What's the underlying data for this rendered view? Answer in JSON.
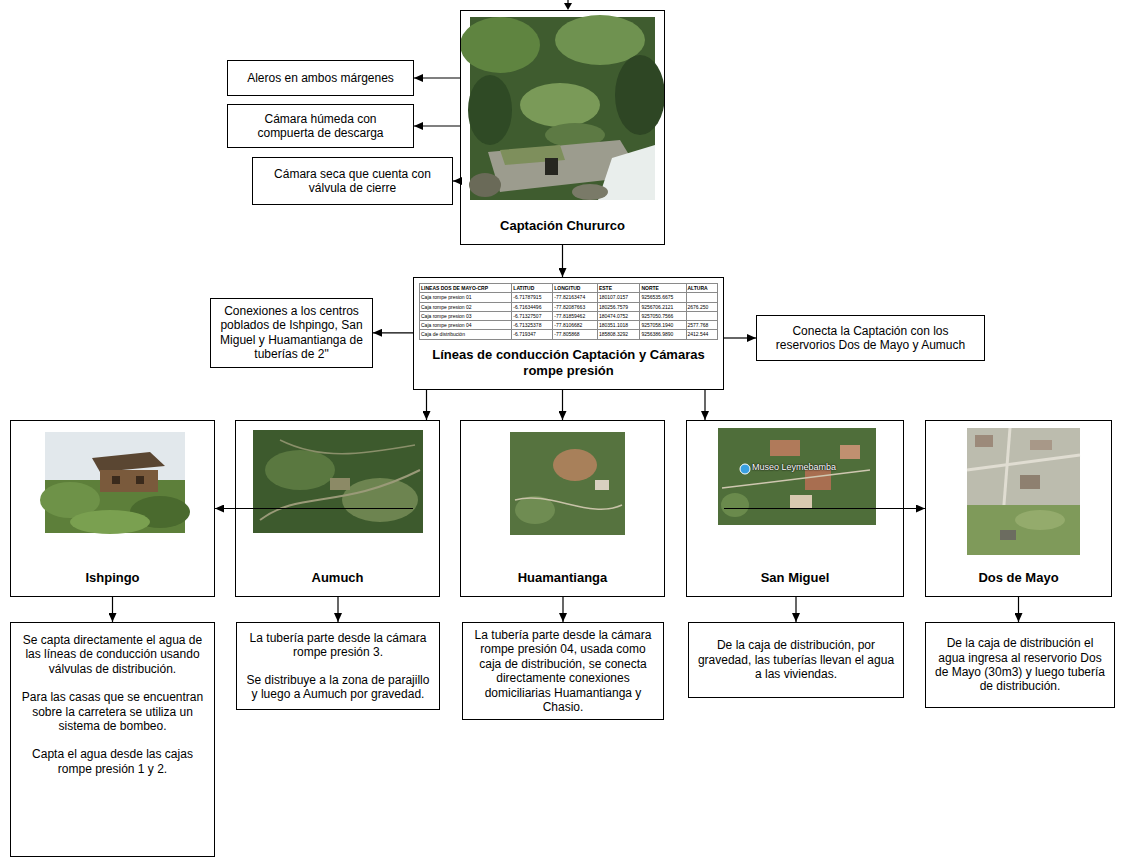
{
  "diagram": {
    "nodes": [
      {
        "text": [
          "Captación Chururco"
        ]
      },
      {
        "text": [
          "Aleros en ambos márgenes"
        ]
      },
      {
        "text": [
          "Cámara húmeda con compuerta de descarga"
        ]
      },
      {
        "text": [
          "Cámara seca que cuenta con válvula de cierre"
        ]
      },
      {
        "text": [
          "Conexiones a los centros poblados de Ishpingo, San Miguel y Huamantianga de tuberías de 2\""
        ]
      },
      {
        "text": [
          "Líneas de conducción Captación y Cámaras rompe presión"
        ]
      },
      {
        "text": [
          "Conecta la Captación con los reservorios Dos de Mayo y Aumuch"
        ]
      },
      {
        "text": [
          "Ishpingo"
        ]
      },
      {
        "text": [
          "Aumuch"
        ]
      },
      {
        "text": [
          "Huamantianga"
        ]
      },
      {
        "text": [
          "San Miguel"
        ]
      },
      {
        "text": [
          "Dos de Mayo"
        ]
      },
      {
        "text": [
          "Se capta directamente el agua de las líneas de conducción usando válvulas de distribución.",
          "Para las casas que se encuentran sobre la carretera se utiliza un sistema de bombeo.",
          "Capta el agua desde las cajas rompe presión 1 y 2."
        ]
      },
      {
        "text": [
          "La tubería parte desde la cámara rompe presión 3.",
          "Se distribuye a la zona de parajillo y luego a Aumuch por gravedad."
        ]
      },
      {
        "text": [
          "La tubería parte desde la cámara rompe presión 04, usada como caja de distribución, se conecta directamente conexiones domiciliarias Huamantianga y Chasio."
        ]
      },
      {
        "text": [
          "De la caja de distribución, por gravedad, las tuberías llevan el agua a las viviendas."
        ]
      },
      {
        "text": [
          "De la caja de distribución el agua ingresa al reservorio Dos de Mayo (30m3) y luego tubería de distribución."
        ]
      }
    ],
    "edges": [
      {
        "from": 0,
        "to": 1,
        "arrow": "to"
      },
      {
        "from": 0,
        "to": 2,
        "arrow": "to"
      },
      {
        "from": 0,
        "to": 3,
        "arrow": "to"
      },
      {
        "from": 0,
        "to": 5,
        "arrow": "to"
      },
      {
        "from": 5,
        "to": 4,
        "arrow": "to"
      },
      {
        "from": 5,
        "to": 6,
        "arrow": "to"
      },
      {
        "from": 5,
        "to": 7,
        "arrow": "to"
      },
      {
        "from": 5,
        "to": 8,
        "arrow": "to"
      },
      {
        "from": 5,
        "to": 9,
        "arrow": "to"
      },
      {
        "from": 5,
        "to": 10,
        "arrow": "to"
      },
      {
        "from": 5,
        "to": 11,
        "arrow": "to"
      },
      {
        "from": 7,
        "to": 12,
        "arrow": "to"
      },
      {
        "from": 8,
        "to": 13,
        "arrow": "to"
      },
      {
        "from": 9,
        "to": 14,
        "arrow": "to"
      },
      {
        "from": 10,
        "to": 15,
        "arrow": "to"
      },
      {
        "from": 11,
        "to": 16,
        "arrow": "to"
      }
    ],
    "labels": [
      "LINEAS DOS DE MAYO-CRP",
      "LATITUD",
      "LONGITUD",
      "ESTE",
      "NORTE",
      "ALTURA",
      "Caja rompe presion 01",
      "-6.71787915",
      "-77.82163474",
      "180107.0157",
      "9256535.6675",
      "Caja rompe presion 02",
      "-6.71634496",
      "-77.82087663",
      "180256.7579",
      "9256706.2121",
      "2676.250",
      "Caja rompe presion 03",
      "-6.71327507",
      "-77.81859462",
      "180474.0752",
      "9257050.7566",
      "Caja rompe presion 04",
      "-6.71325378",
      "-77.8106682",
      "180351.1018",
      "9257058.1940",
      "2577.768",
      "Caja de distribución",
      "-6.719347",
      "-77.805868",
      "185808.3292",
      "9256386.9890",
      "2412.544",
      "Museo Leymebamba"
    ]
  }
}
